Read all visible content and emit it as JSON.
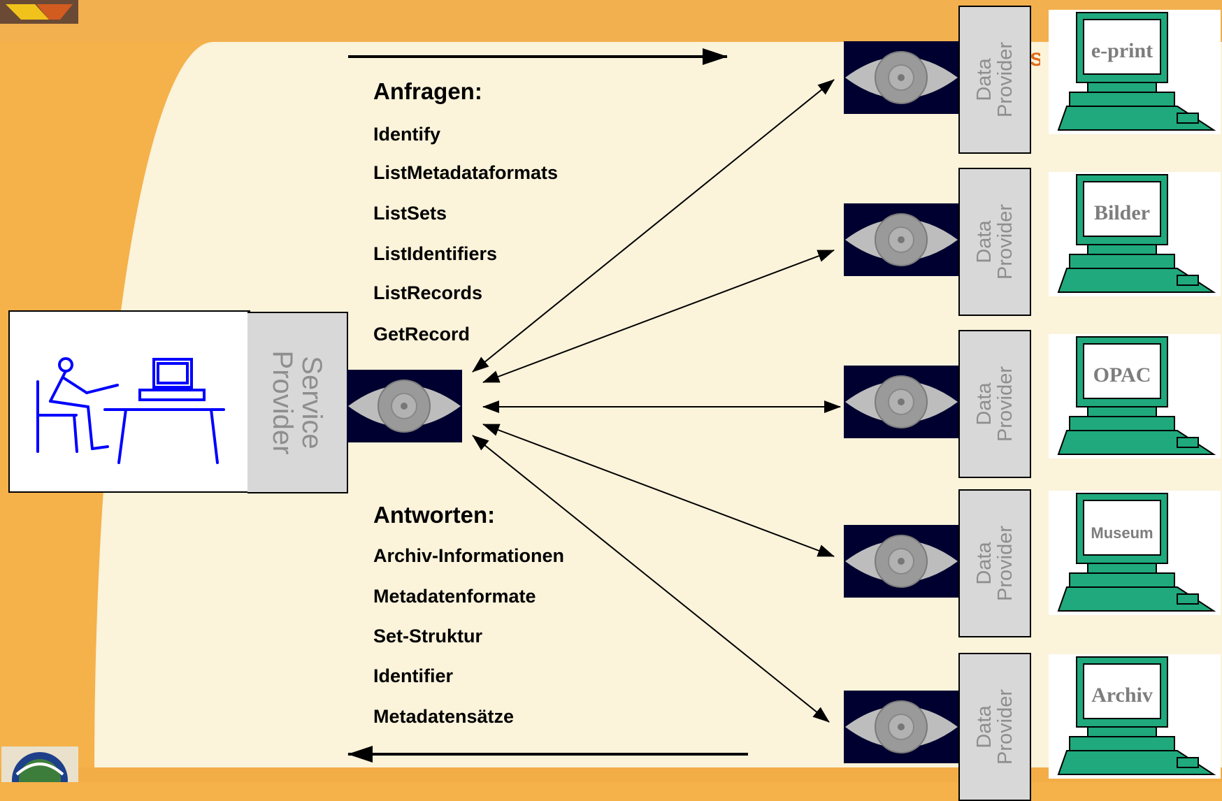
{
  "requests": {
    "heading": "Anfragen:",
    "items": [
      "Identify",
      "ListMetadataformats",
      "ListSets",
      "ListIdentifiers",
      "ListRecords",
      "GetRecord"
    ]
  },
  "responses": {
    "heading": "Antworten:",
    "items": [
      "Archiv-Informationen",
      "Metadatenformate",
      "Set-Struktur",
      "Identifier",
      "Metadatensätze"
    ]
  },
  "service_provider": {
    "line1": "Service",
    "line2": "Provider"
  },
  "data_provider": {
    "line1": "Data",
    "line2": "Provider"
  },
  "archives": [
    "e-print",
    "Bilder",
    "OPAC",
    "Museum",
    "Archiv"
  ],
  "header_fragment": "IS",
  "colors": {
    "background": "#fbf3da",
    "frame": "#f3b04f",
    "computer": "#1fa97c",
    "user_figure": "#0000ff",
    "eye_background": "#000030",
    "label_box": "#d8d8d8",
    "label_text": "#8e8e8e"
  }
}
